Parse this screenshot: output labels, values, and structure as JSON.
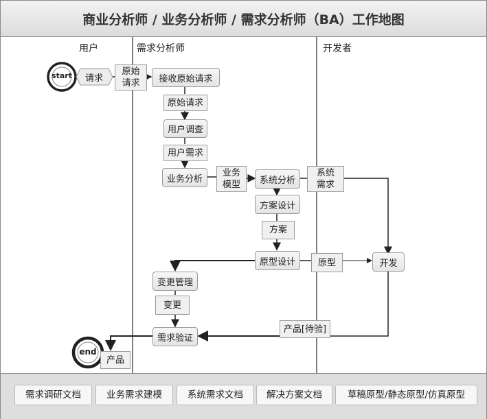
{
  "title": "商业分析师 / 业务分析师 / 需求分析师（BA）工作地图",
  "lanes": {
    "user": "用户",
    "ba": "需求分析师",
    "dev": "开发者"
  },
  "events": {
    "start": "start",
    "end": "end"
  },
  "shapes": {
    "request": "请求",
    "raw_request_doc": "原始\n请求",
    "receive_request": "接收原始请求",
    "raw_request": "原始请求",
    "user_research": "用户调查",
    "user_needs": "用户需求",
    "business_analysis": "业务分析",
    "business_model": "业务\n模型",
    "system_analysis": "系统分析",
    "system_requirements": "系统\n需求",
    "solution_design": "方案设计",
    "solution": "方案",
    "prototype_design": "原型设计",
    "prototype": "原型",
    "development": "开发",
    "change_management": "变更管理",
    "change": "变更",
    "requirement_verification": "需求验证",
    "product_pending": "产品[待验]",
    "product": "产品"
  },
  "footer": [
    "需求调研文档",
    "业务需求建模",
    "系统需求文档",
    "解决方案文档",
    "草稿原型/静态原型/仿真原型"
  ]
}
